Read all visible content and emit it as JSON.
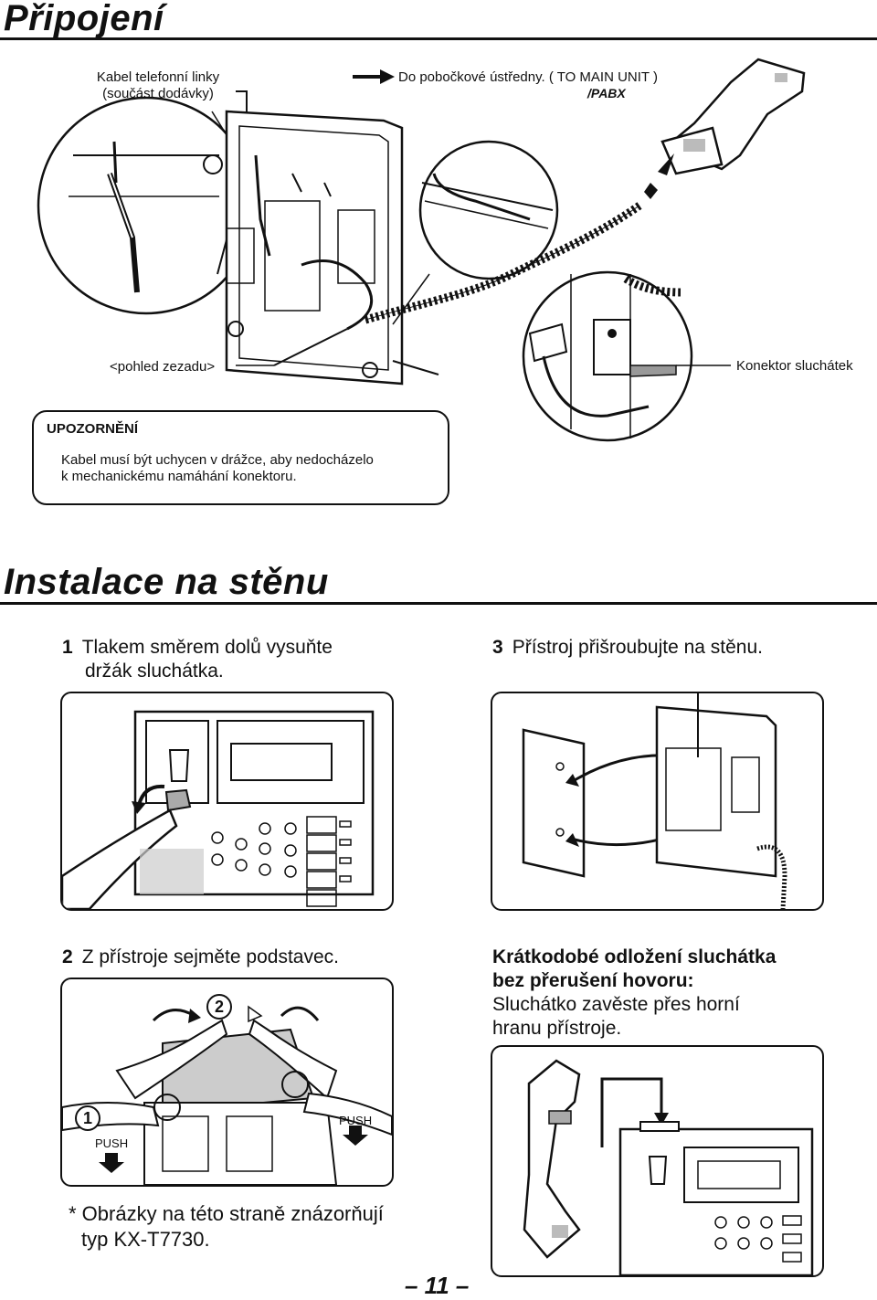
{
  "section1": {
    "title": "Připojení",
    "cable_label": "Kabel telefonní linky\n(součást dodávky)",
    "pbx_label": "Do pobočkové ústředny. ( TO MAIN UNIT )",
    "pbx_label2": "/PABX",
    "rear_view_label": "<pohled zezadu>",
    "handset_connector_label": "Konektor sluchátek"
  },
  "warning": {
    "title": "UPOZORNĚNÍ",
    "text_line1": "Kabel musí být uchycen v drážce, aby nedocházelo",
    "text_line2": "k mechanickému namáhání konektoru."
  },
  "section2": {
    "title": "Instalace na stěnu",
    "step1_num": "1",
    "step1_line1": "Tlakem směrem dolů vysuňte",
    "step1_line2": "držák sluchátka.",
    "step2_num": "2",
    "step2_text": "Z přístroje sejměte podstavec.",
    "step3_num": "3",
    "step3_text": "Přístroj přišroubujte na stěnu.",
    "temp_title_line1": "Krátkodobé odložení sluchátka",
    "temp_title_line2": "bez přerušení hovoru:",
    "temp_text_line1": "Sluchátko zavěste přes horní",
    "temp_text_line2": "hranu přístroje.",
    "push_label": "PUSH",
    "circle1": "1",
    "circle2": "2"
  },
  "footnote": {
    "line1": "* Obrázky na této straně znázorňují",
    "line2": "typ KX-T7730."
  },
  "page_number": "– 11 –"
}
